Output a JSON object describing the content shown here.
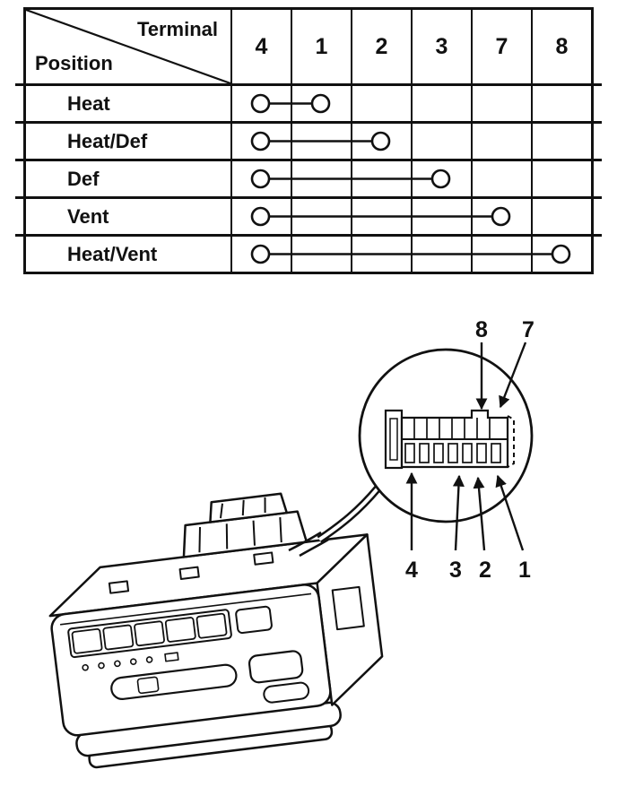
{
  "table": {
    "header": {
      "terminal_label": "Terminal",
      "position_label": "Position",
      "terminals": [
        "4",
        "1",
        "2",
        "3",
        "7",
        "8"
      ]
    },
    "rows": [
      {
        "position": "Heat",
        "from": "4",
        "to": "1"
      },
      {
        "position": "Heat/Def",
        "from": "4",
        "to": "2"
      },
      {
        "position": "Def",
        "from": "4",
        "to": "3"
      },
      {
        "position": "Vent",
        "from": "4",
        "to": "7"
      },
      {
        "position": "Heat/Vent",
        "from": "4",
        "to": "8"
      }
    ]
  },
  "diagram": {
    "connector_pin_labels_top": [
      "8",
      "7"
    ],
    "connector_pin_labels_bottom": [
      "4",
      "3",
      "2",
      "1"
    ]
  },
  "colors": {
    "ink": "#111111",
    "paper": "#ffffff"
  }
}
